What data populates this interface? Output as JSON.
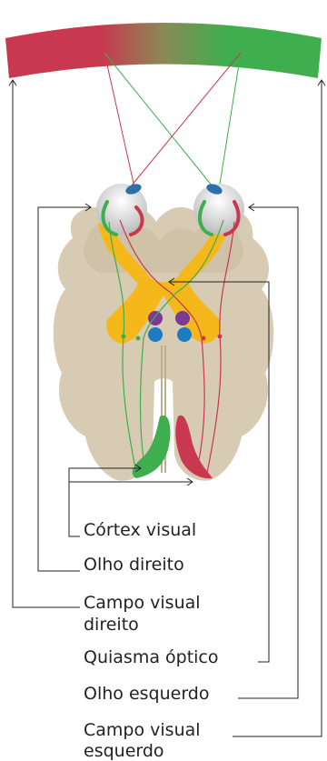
{
  "labels": {
    "visual_cortex": "Córtex visual",
    "right_eye": "Olho direito",
    "right_visual_field_line1": "Campo visual",
    "right_visual_field_line2": "direito",
    "optic_chiasm": "Quiasma óptico",
    "left_eye": "Olho esquerdo",
    "left_visual_field_line1": "Campo visual",
    "left_visual_field_line2": "esquerdo"
  },
  "colors": {
    "left_field_red": "#c8384f",
    "right_field_green": "#3fae4f",
    "brain": "#d8cbb4",
    "brain_inner": "#cbbb9e",
    "optic_pathway": "#f5b81a",
    "nucleus_purple": "#7a3a95",
    "nucleus_blue": "#1d7bc4",
    "eye": "#dcdcdc",
    "iris": "#2e6fa8",
    "pointer_lines": "#222222"
  }
}
